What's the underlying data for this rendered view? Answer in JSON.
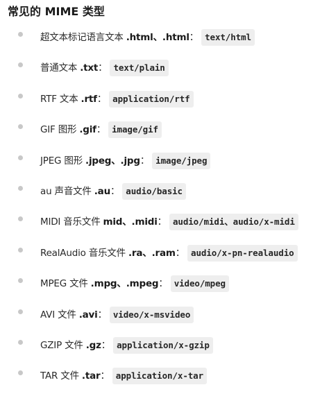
{
  "heading": "常见的 MIME 类型",
  "items": [
    {
      "desc": "超文本标记语言文本",
      "ext": ".html、.html",
      "colon": "：",
      "mime": "text/html"
    },
    {
      "desc": "普通文本",
      "ext": ".txt",
      "colon": "：",
      "mime": "text/plain"
    },
    {
      "desc": "RTF 文本",
      "ext": ".rtf",
      "colon": "：",
      "mime": "application/rtf"
    },
    {
      "desc": "GIF 图形",
      "ext": ".gif",
      "colon": "：",
      "mime": "image/gif"
    },
    {
      "desc": "JPEG 图形",
      "ext": ".jpeg、.jpg",
      "colon": "：",
      "mime": "image/jpeg"
    },
    {
      "desc": "au 声音文件",
      "ext": ".au",
      "colon": "：",
      "mime": "audio/basic"
    },
    {
      "desc": "MIDI 音乐文件",
      "ext": "mid、.midi",
      "colon": "：",
      "mime": "audio/midi、audio/x-midi"
    },
    {
      "desc": "RealAudio 音乐文件",
      "ext": ".ra、.ram",
      "colon": "：",
      "mime": "audio/x-pn-realaudio"
    },
    {
      "desc": "MPEG 文件",
      "ext": ".mpg、.mpeg",
      "colon": "：",
      "mime": "video/mpeg"
    },
    {
      "desc": "AVI 文件",
      "ext": ".avi",
      "colon": "：",
      "mime": "video/x-msvideo"
    },
    {
      "desc": "GZIP 文件",
      "ext": ".gz",
      "colon": "：",
      "mime": "application/x-gzip"
    },
    {
      "desc": "TAR 文件",
      "ext": ".tar",
      "colon": "：",
      "mime": "application/x-tar"
    }
  ]
}
